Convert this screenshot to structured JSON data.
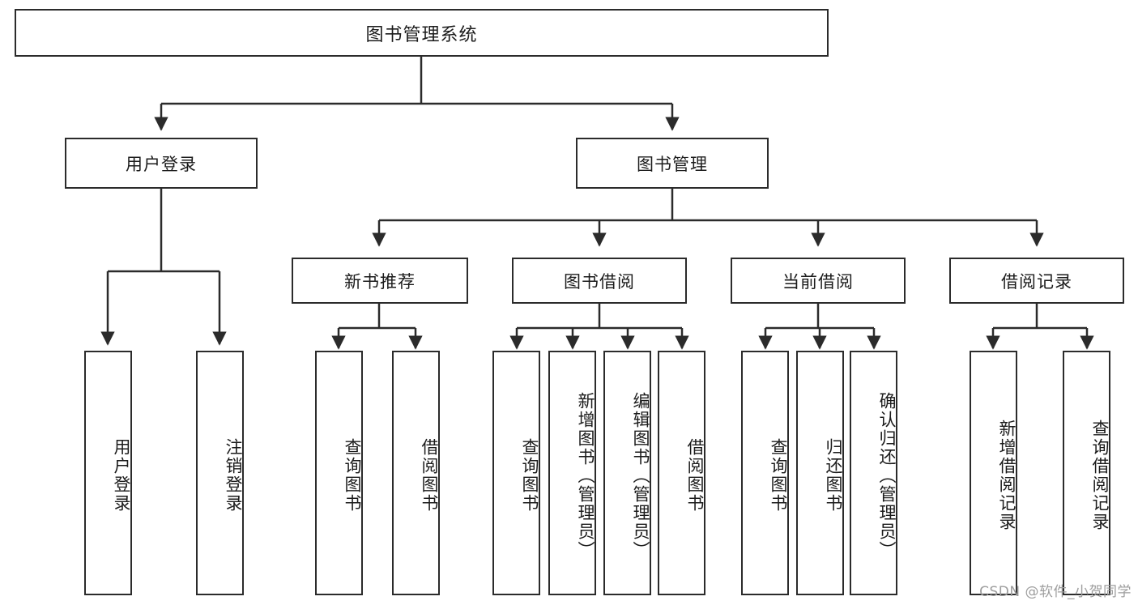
{
  "diagram": {
    "title": "图书管理系统",
    "type": "tree-hierarchy-chart",
    "colors": {
      "box_border": "#2b2b2b",
      "box_fill": "#ffffff",
      "edge": "#2b2b2b",
      "text": "#1b1b1b",
      "watermark": "#9d9d9d",
      "background": "#ffffff"
    },
    "root": {
      "label": "图书管理系统"
    },
    "level1": [
      {
        "label": "用户登录"
      },
      {
        "label": "图书管理"
      }
    ],
    "level2": [
      {
        "label": "新书推荐"
      },
      {
        "label": "图书借阅"
      },
      {
        "label": "当前借阅"
      },
      {
        "label": "借阅记录"
      }
    ],
    "leaves": {
      "user_login": [
        {
          "label": "用户登录"
        },
        {
          "label": "注销登录"
        }
      ],
      "new_book_recommend": [
        {
          "label": "查询图书"
        },
        {
          "label": "借阅图书"
        }
      ],
      "book_borrow": [
        {
          "label": "查询图书"
        },
        {
          "label": "新增图书（管理员）"
        },
        {
          "label": "编辑图书（管理员）"
        },
        {
          "label": "借阅图书"
        }
      ],
      "current_borrow": [
        {
          "label": "查询图书"
        },
        {
          "label": "归还图书"
        },
        {
          "label": "确认归还（管理员）"
        }
      ],
      "borrow_record": [
        {
          "label": "新增借阅记录"
        },
        {
          "label": "查询借阅记录"
        }
      ]
    }
  },
  "watermark": {
    "text": "CSDN @软件_小贺同学"
  }
}
